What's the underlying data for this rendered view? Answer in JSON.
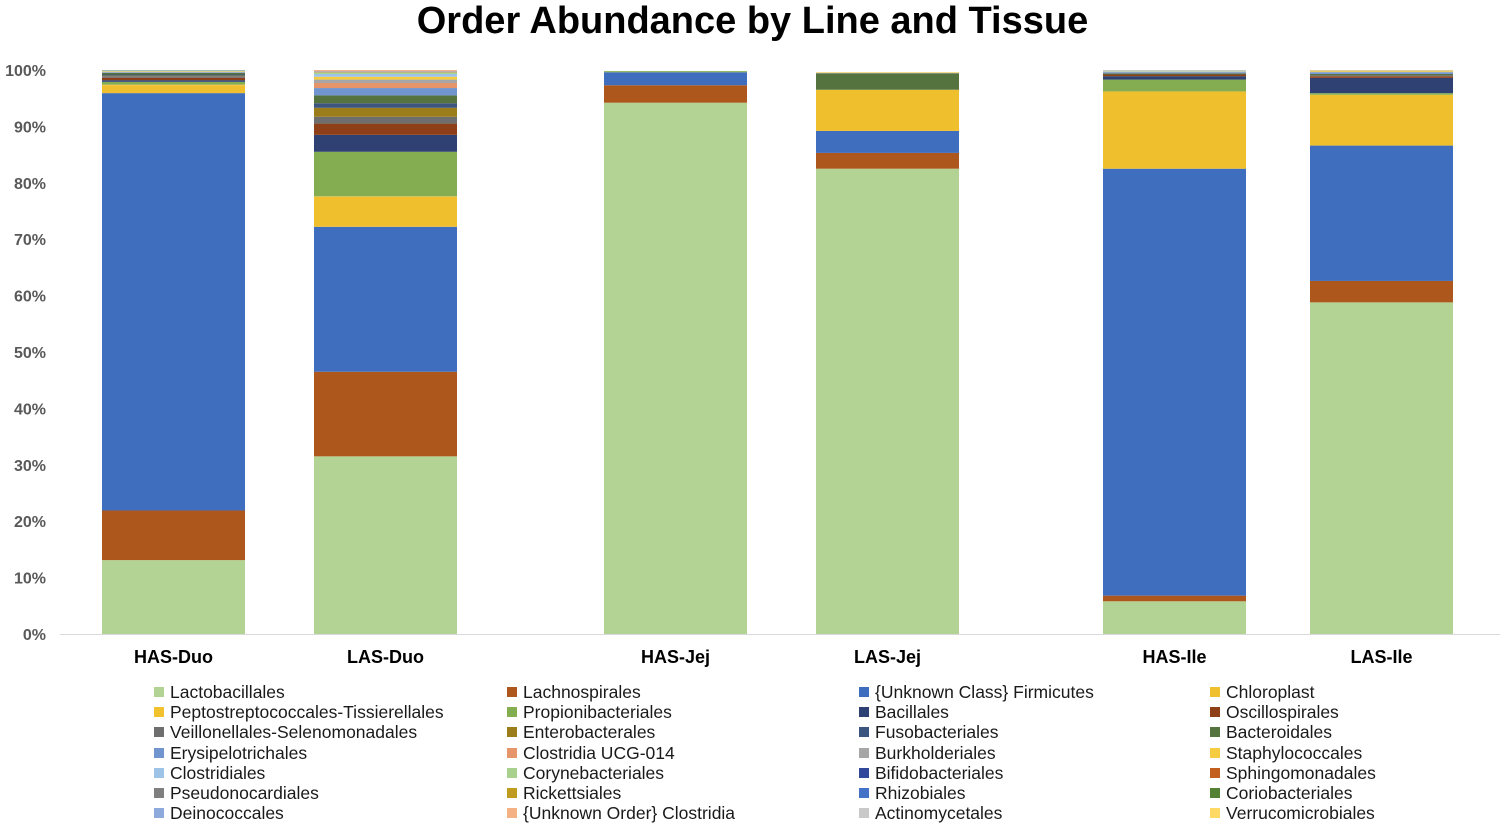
{
  "chart_data": {
    "type": "bar",
    "stacked": true,
    "percent": true,
    "title": "Order Abundance by Line and Tissue",
    "xlabel": "",
    "ylabel": "",
    "ylim": [
      0,
      100
    ],
    "yticks": [
      "0%",
      "10%",
      "20%",
      "30%",
      "40%",
      "50%",
      "60%",
      "70%",
      "80%",
      "90%",
      "100%"
    ],
    "categories": [
      "HAS-Duo",
      "LAS-Duo",
      "HAS-Jej",
      "LAS-Jej",
      "HAS-Ile",
      "LAS-Ile"
    ],
    "legend_position": "bottom",
    "series": [
      {
        "name": "Lactobacillales",
        "color": "#b3d394",
        "values": [
          13.1,
          31.5,
          94.2,
          82.5,
          5.8,
          58.8
        ]
      },
      {
        "name": "Lachnospirales",
        "color": "#ae571d",
        "values": [
          8.8,
          15.0,
          3.1,
          2.8,
          1.0,
          3.8
        ]
      },
      {
        "name": "{Unknown Class} Firmicutes",
        "color": "#3f6ebe",
        "values": [
          74.0,
          25.7,
          2.3,
          3.9,
          75.7,
          24.0
        ]
      },
      {
        "name": "Chloroplast",
        "color": "#f0bf2e",
        "values": [
          1.4,
          5.3,
          0.0,
          7.3,
          13.7,
          9.0
        ]
      },
      {
        "name": "Peptostreptococcales-Tissierellales",
        "color": "#f2c12e",
        "values": [
          0.1,
          0.1,
          0.0,
          0.0,
          0.0,
          0.0
        ]
      },
      {
        "name": "Propionibacteriales",
        "color": "#84ad51",
        "values": [
          0.5,
          7.9,
          0.2,
          0.0,
          2.1,
          0.3
        ]
      },
      {
        "name": "Bacillales",
        "color": "#2f4173",
        "values": [
          0.3,
          3.0,
          0.0,
          0.0,
          0.6,
          2.7
        ]
      },
      {
        "name": "Oscillospirales",
        "color": "#8f3f17",
        "values": [
          0.4,
          2.0,
          0.0,
          0.0,
          0.3,
          0.3
        ]
      },
      {
        "name": "Veillonellales-Selenomonadales",
        "color": "#6e6e6e",
        "values": [
          0.3,
          1.2,
          0.0,
          0.0,
          0.0,
          0.2
        ]
      },
      {
        "name": "Enterobacterales",
        "color": "#9c7d1c",
        "values": [
          0.1,
          1.6,
          0.0,
          0.0,
          0.0,
          0.0
        ]
      },
      {
        "name": "Fusobacteriales",
        "color": "#3c557f",
        "values": [
          0.2,
          0.8,
          0.0,
          0.0,
          0.0,
          0.0
        ]
      },
      {
        "name": "Bacteroidales",
        "color": "#55733e",
        "values": [
          0.3,
          1.4,
          0.0,
          2.9,
          0.2,
          0.2
        ]
      },
      {
        "name": "Erysipelotrichales",
        "color": "#7195cf",
        "values": [
          0.1,
          1.3,
          0.0,
          0.0,
          0.2,
          0.3
        ]
      },
      {
        "name": "Clostridia UCG-014",
        "color": "#e6946a",
        "values": [
          0.0,
          0.9,
          0.0,
          0.0,
          0.0,
          0.0
        ]
      },
      {
        "name": "Burkholderiales",
        "color": "#a6a6a6",
        "values": [
          0.1,
          0.6,
          0.0,
          0.1,
          0.1,
          0.1
        ]
      },
      {
        "name": "Staphylococcales",
        "color": "#f5cb3f",
        "values": [
          0.1,
          0.5,
          0.0,
          0.1,
          0.0,
          0.2
        ]
      },
      {
        "name": "Clostridiales",
        "color": "#9dc3e6",
        "values": [
          0.0,
          0.5,
          0.0,
          0.0,
          0.0,
          0.0
        ]
      },
      {
        "name": "Corynebacteriales",
        "color": "#a9d18e",
        "values": [
          0.1,
          0.3,
          0.0,
          0.0,
          0.1,
          0.0
        ]
      },
      {
        "name": "Bifidobacteriales",
        "color": "#32499b",
        "values": [
          0.0,
          0.0,
          0.0,
          0.0,
          0.0,
          0.0
        ]
      },
      {
        "name": "Sphingomonadales",
        "color": "#c35f1e",
        "values": [
          0.0,
          0.1,
          0.0,
          0.0,
          0.0,
          0.0
        ]
      },
      {
        "name": "Pseudonocardiales",
        "color": "#7f7f7f",
        "values": [
          0.0,
          0.0,
          0.0,
          0.0,
          0.0,
          0.0
        ]
      },
      {
        "name": "Rickettsiales",
        "color": "#bf9b1f",
        "values": [
          0.0,
          0.0,
          0.0,
          0.0,
          0.0,
          0.0
        ]
      },
      {
        "name": "Rhizobiales",
        "color": "#4472c4",
        "values": [
          0.0,
          0.0,
          0.0,
          0.0,
          0.0,
          0.0
        ]
      },
      {
        "name": "Coriobacteriales",
        "color": "#548235",
        "values": [
          0.0,
          0.0,
          0.0,
          0.0,
          0.0,
          0.0
        ]
      },
      {
        "name": "Deinococcales",
        "color": "#8ea9db",
        "values": [
          0.1,
          0.1,
          0.0,
          0.0,
          0.0,
          0.0
        ]
      },
      {
        "name": "{Unknown Order} Clostridia",
        "color": "#f4b183",
        "values": [
          0.0,
          0.2,
          0.0,
          0.0,
          0.0,
          0.0
        ]
      },
      {
        "name": "Actinomycetales",
        "color": "#c9c9c9",
        "values": [
          0.0,
          0.0,
          0.0,
          0.0,
          0.2,
          0.1
        ]
      },
      {
        "name": "Verrucomicrobiales",
        "color": "#ffd966",
        "values": [
          0.0,
          0.0,
          0.0,
          0.0,
          0.0,
          0.0
        ]
      }
    ]
  }
}
